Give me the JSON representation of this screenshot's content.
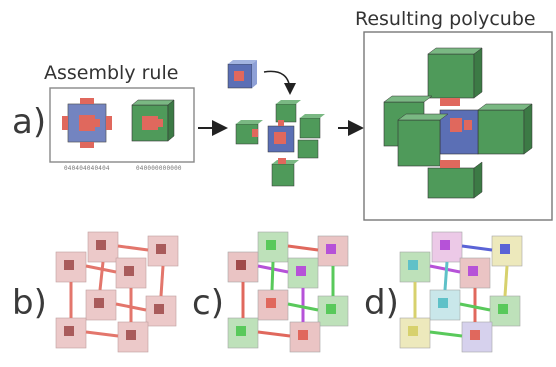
{
  "panels": {
    "a": {
      "label": "a)",
      "assembly_title": "Assembly rule",
      "result_title": "Resulting polycube",
      "code_left": "040404040404",
      "code_right": "040000000000"
    },
    "b": {
      "label": "b)"
    },
    "c": {
      "label": "c)"
    },
    "d": {
      "label": "d)"
    }
  },
  "colors": {
    "cube_blue": "#5b6fb5",
    "cube_green": "#4f9a5a",
    "connector_red": "#e0685d",
    "cube_pink": "#e4b1b1",
    "cube_light_green": "#a9d8a4",
    "connector_magenta": "#b652d8",
    "connector_green": "#59c95b",
    "connector_yellow": "#d7d16d",
    "connector_cyan": "#5fc1c8",
    "connector_blue": "#5a63d6"
  }
}
